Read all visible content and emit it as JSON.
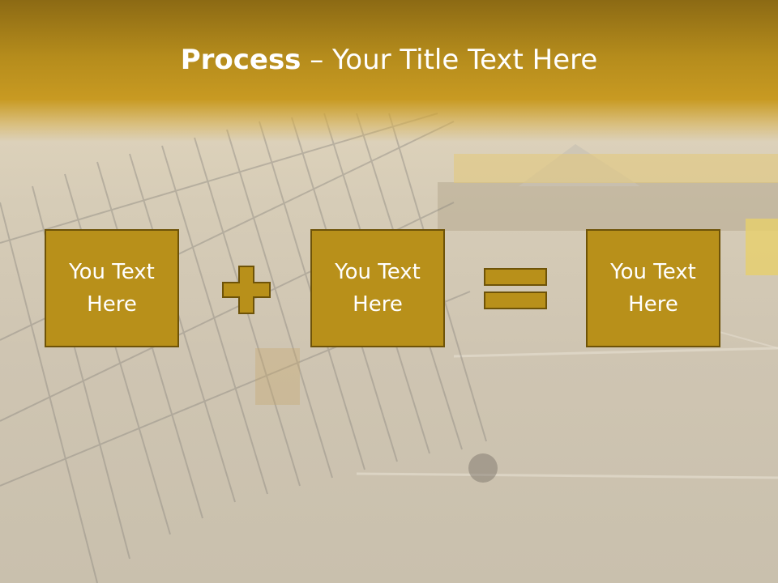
{
  "slide": {
    "title_bold": "Process",
    "title_rest": " – Your Title Text Here",
    "boxes": [
      {
        "text": "You Text Here"
      },
      {
        "text": "You Text Here"
      },
      {
        "text": "You Text Here"
      }
    ],
    "operators": [
      "plus-icon",
      "equals-icon"
    ],
    "colors": {
      "header": "#b58c1c",
      "box_fill": "#b8901a",
      "box_border": "#6e5308",
      "text": "#ffffff"
    }
  }
}
